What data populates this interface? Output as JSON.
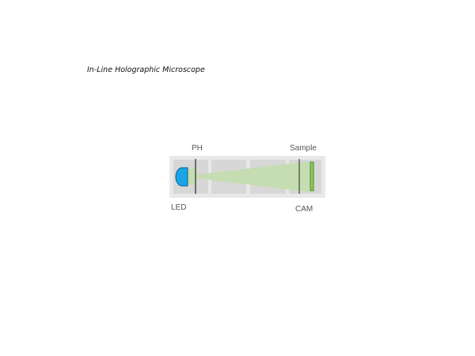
{
  "title": "In-Line Holographic Microscope",
  "labels": {
    "pinhole": "PH",
    "sample": "Sample",
    "led": "LED",
    "camera": "CAM"
  },
  "colors": {
    "rail": "#e8e8e8",
    "rail_segment": "#d7d7d7",
    "beam": "#c5ddb0",
    "led": "#1aa6e6",
    "led_outline": "#0b5f99",
    "sample": "#8ec85f",
    "sample_outline": "#4f8a2a",
    "aperture_line": "#333333",
    "label_text": "#555555",
    "title_text": "#111111"
  },
  "icons": {
    "led": "led-dome-icon",
    "pinhole": "pinhole-plate",
    "sample": "sample-slide",
    "camera": "camera-sensor-line"
  }
}
